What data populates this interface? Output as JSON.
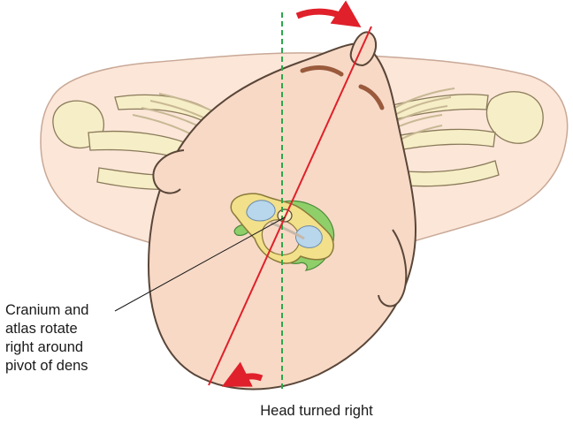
{
  "caption": "Head turned right",
  "callout": {
    "lines": [
      "Cranium and",
      "atlas rotate",
      "right around",
      "pivot of dens"
    ]
  },
  "colors": {
    "skin": "#f7d9c6",
    "skin_light": "#fbe6d8",
    "outline": "#5a4638",
    "bone": "#f6eec6",
    "atlas": "#f2e08a",
    "axis_vertebra": "#8fcf6a",
    "cartilage": "#b8d6ec",
    "rotation_axis_line": "#e0202a",
    "midline_dashed": "#2aa84a",
    "rotation_arrow": "#e0202a",
    "hair": "#9a5a3c"
  }
}
